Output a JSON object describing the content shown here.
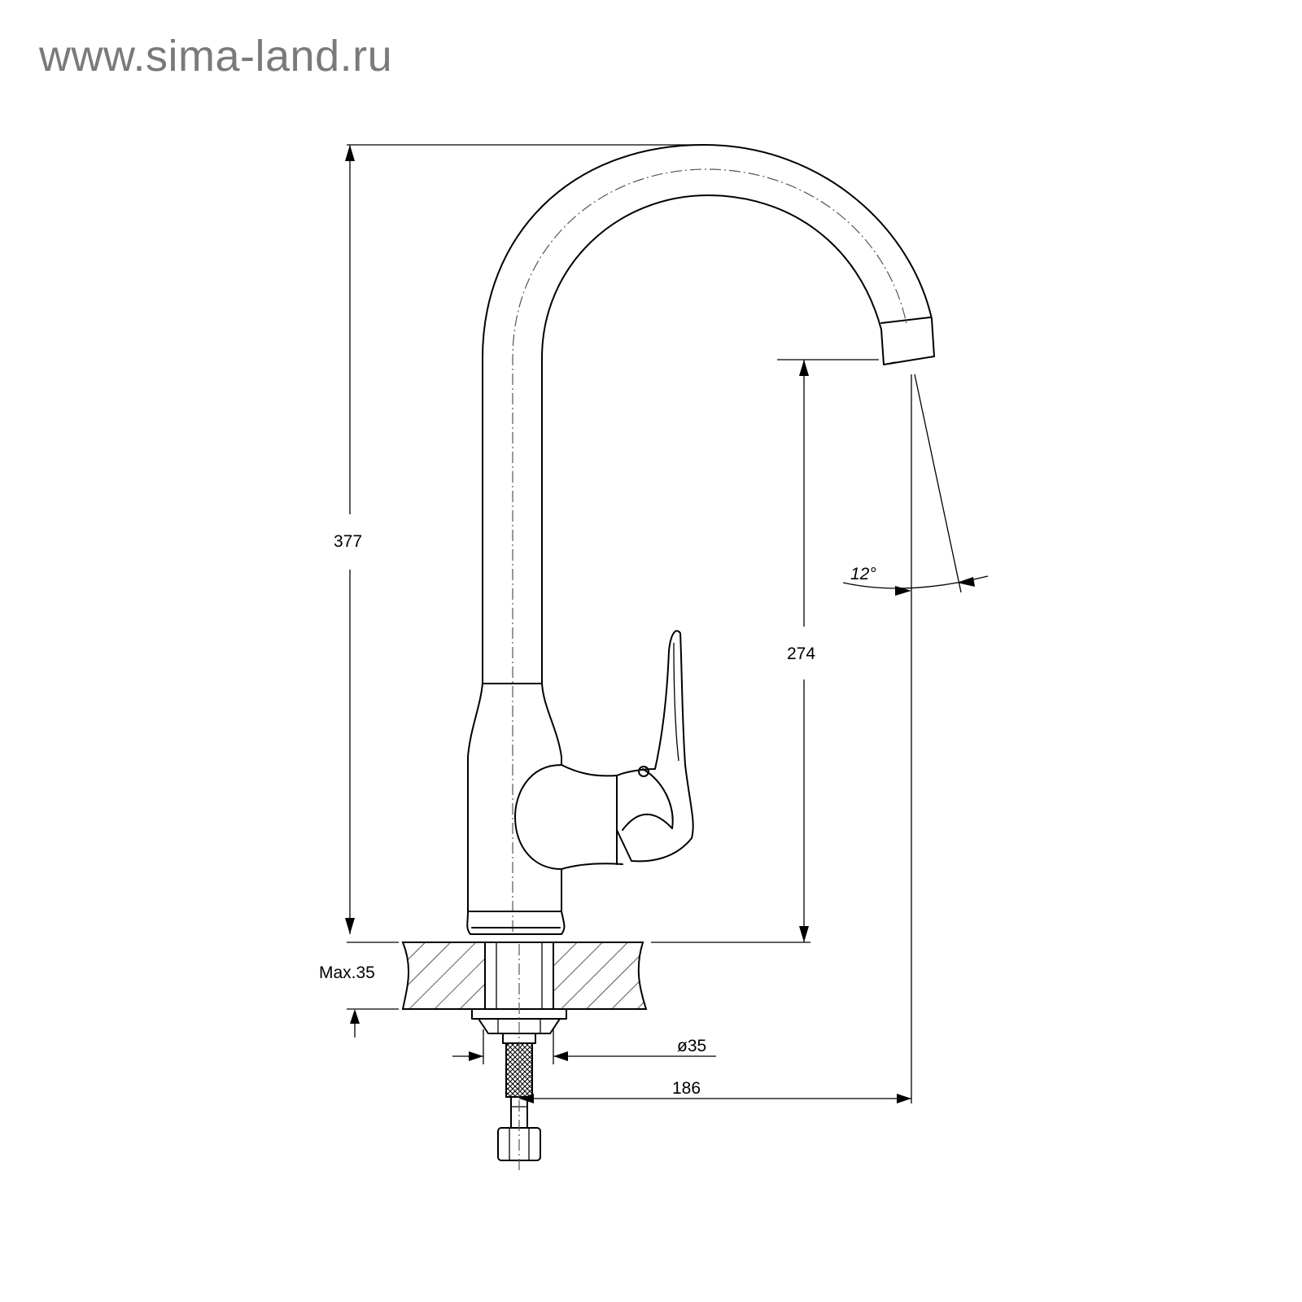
{
  "watermark": "www.sima-land.ru",
  "dimensions": {
    "total_height": "377",
    "spout_height": "274",
    "angle": "12°",
    "max_thickness": "Max.35",
    "mount_diameter": "ø35",
    "reach": "186"
  },
  "colors": {
    "line": "#000000",
    "watermark": "#7a7a7a",
    "background": "#ffffff"
  }
}
